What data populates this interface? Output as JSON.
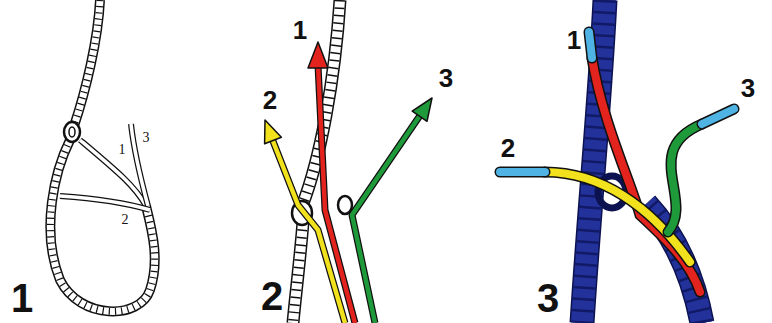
{
  "diagram": {
    "labels": [
      "1",
      "3",
      "2",
      "1",
      "1",
      "3",
      "2",
      "2",
      "1",
      "3",
      "2",
      "3"
    ]
  }
}
